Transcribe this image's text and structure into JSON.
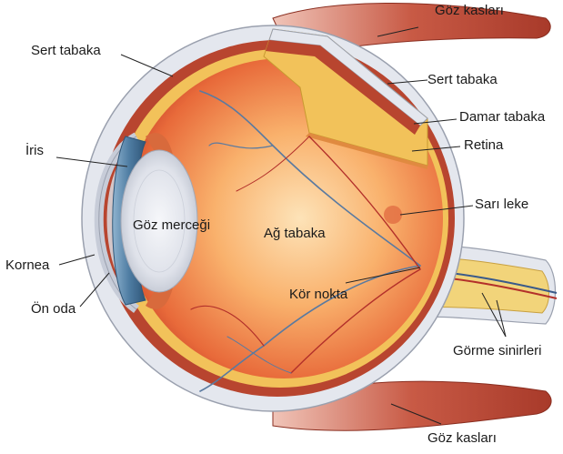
{
  "labels": {
    "goz_kaslari_top": "Göz kasları",
    "sert_tabaka_left": "Sert tabaka",
    "sert_tabaka_right": "Sert tabaka",
    "damar_tabaka": "Damar tabaka",
    "retina": "Retina",
    "iris": "İris",
    "sari_leke": "Sarı leke",
    "goz_mercegi": "Göz merceği",
    "ag_tabaka": "Ağ tabaka",
    "kornea": "Kornea",
    "kor_nokta": "Kör nokta",
    "on_oda": "Ön oda",
    "gorme_sinirleri": "Görme sinirleri",
    "goz_kaslari_bottom": "Göz kasları"
  },
  "colors": {
    "sclera": "#e4e7ee",
    "muscle": "#c85a45",
    "choroid": "#b8452f",
    "retina": "#f2c25a",
    "interior": "#f6a35a",
    "lens": "#e8eaf0",
    "iris": "#5b86a8",
    "nerve": "#f2d47a"
  }
}
